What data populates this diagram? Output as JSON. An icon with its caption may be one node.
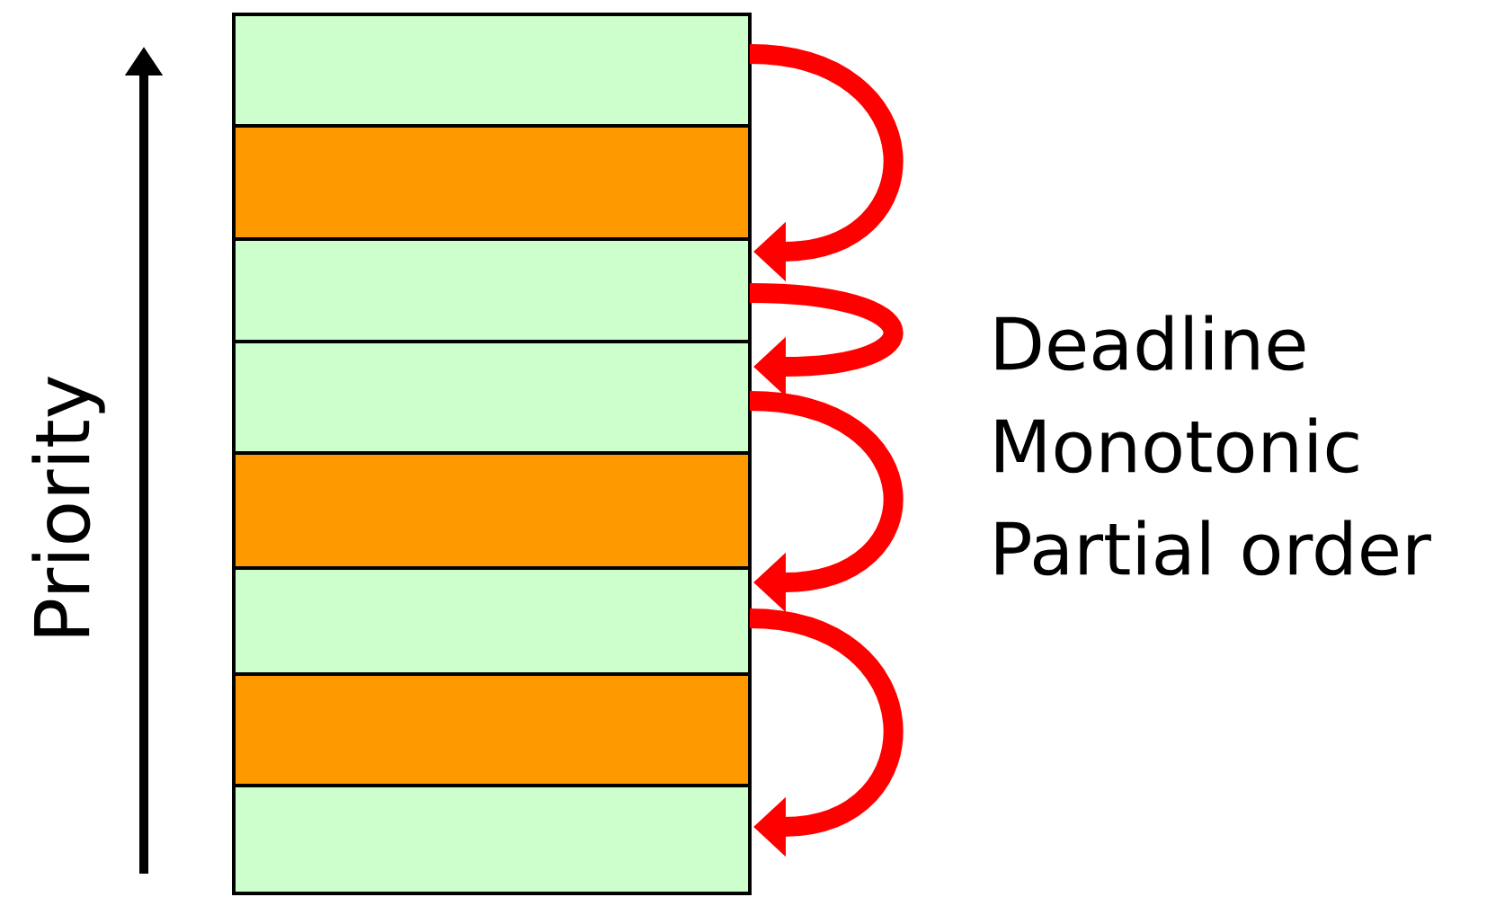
{
  "diagram": {
    "nodes": [
      {
        "text": [],
        "shape": "bar"
      },
      {
        "text": [],
        "shape": "bar"
      },
      {
        "text": [],
        "shape": "bar"
      },
      {
        "text": [],
        "shape": "bar"
      },
      {
        "text": [],
        "shape": "bar"
      },
      {
        "text": [],
        "shape": "bar"
      },
      {
        "text": [],
        "shape": "bar"
      },
      {
        "text": [],
        "shape": "bar"
      }
    ],
    "edges": [
      {
        "from": 0,
        "to": 2,
        "arrow": "to"
      },
      {
        "from": 2,
        "to": 3,
        "arrow": "to"
      },
      {
        "from": 3,
        "to": 5,
        "arrow": "to"
      },
      {
        "from": 5,
        "to": 7,
        "arrow": "to"
      }
    ],
    "labels": [
      "Priority",
      "Deadline Monotonic Partial order"
    ]
  }
}
